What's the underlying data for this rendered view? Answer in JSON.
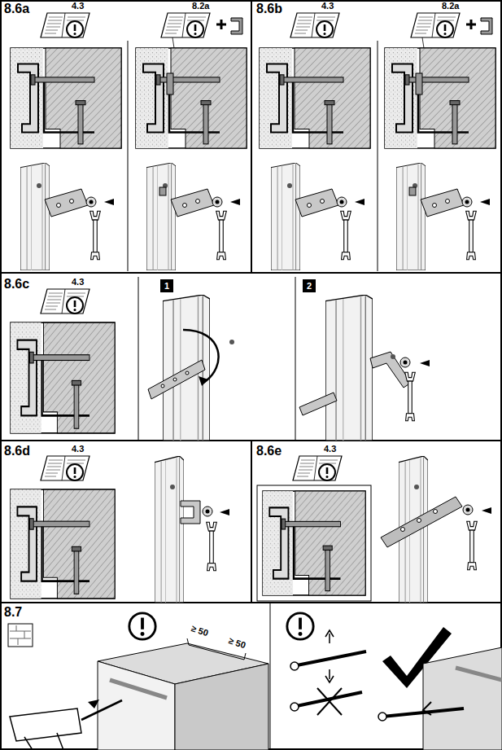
{
  "diagram": {
    "nodes": [
      {
        "text": [
          "1"
        ]
      },
      {
        "text": [
          "2"
        ]
      }
    ],
    "labels": [
      "8.6a",
      "4.3",
      "8.2a",
      "8.6b",
      "4.3",
      "8.2a",
      "8.6c",
      "4.3",
      "8.6d",
      "4.3",
      "8.6e",
      "4.3",
      "8.7",
      "≥ 50",
      "≥ 50"
    ]
  }
}
